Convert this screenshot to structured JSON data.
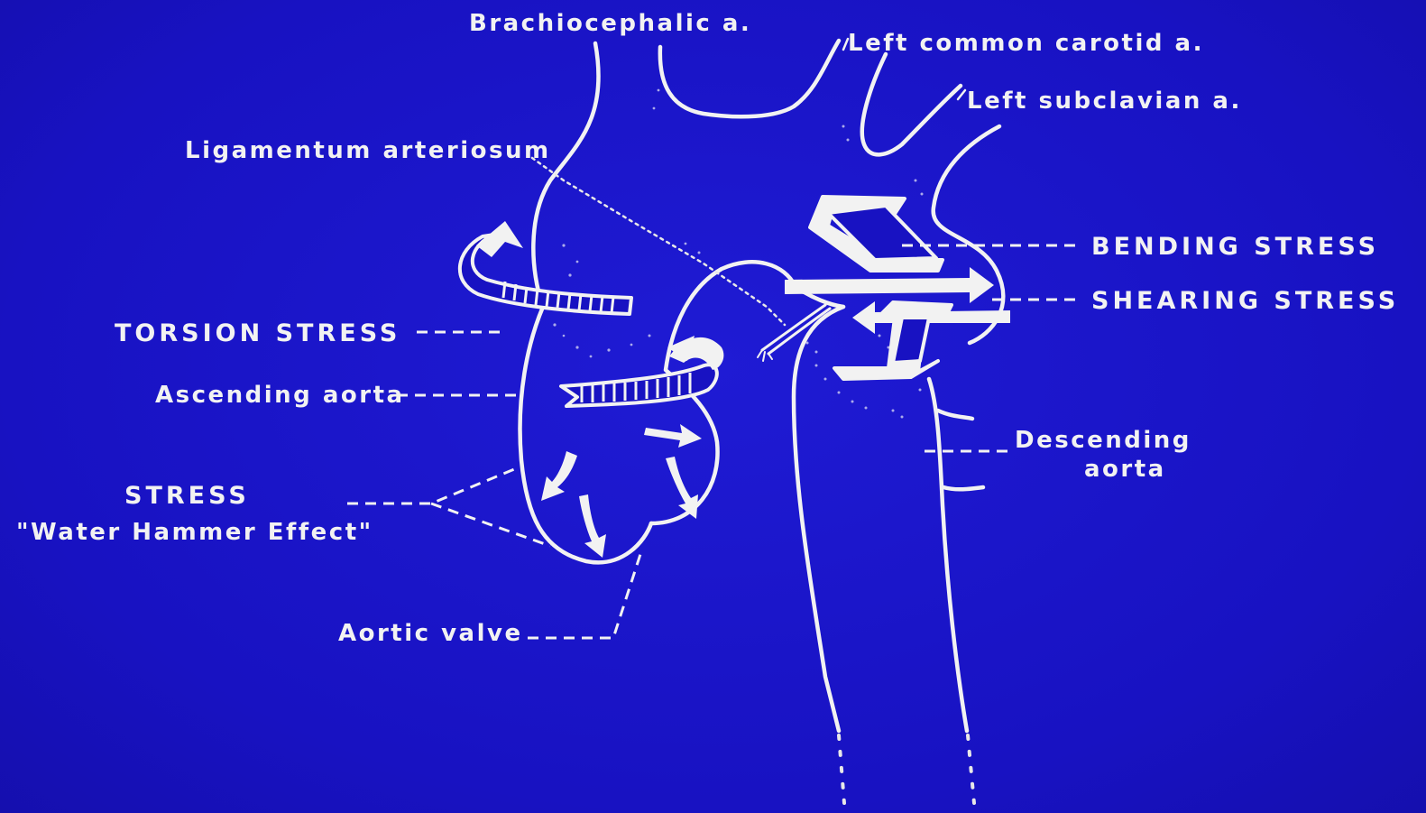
{
  "labels": {
    "brachiocephalic": "Brachiocephalic a.",
    "left_common_carotid": "Left common carotid a.",
    "left_subclavian": "Left subclavian a.",
    "ligamentum": "Ligamentum arteriosum",
    "bending_stress": "BENDING STRESS",
    "shearing_stress": "SHEARING STRESS",
    "torsion_stress": "TORSION STRESS",
    "ascending_aorta": "Ascending aorta",
    "stress": "STRESS",
    "water_hammer": "\"Water Hammer Effect\"",
    "descending_line1": "Descending",
    "descending_line2": "aorta",
    "aortic_valve": "Aortic valve"
  },
  "colors": {
    "background": "#1a15c9",
    "line": "#f2f2f2"
  }
}
